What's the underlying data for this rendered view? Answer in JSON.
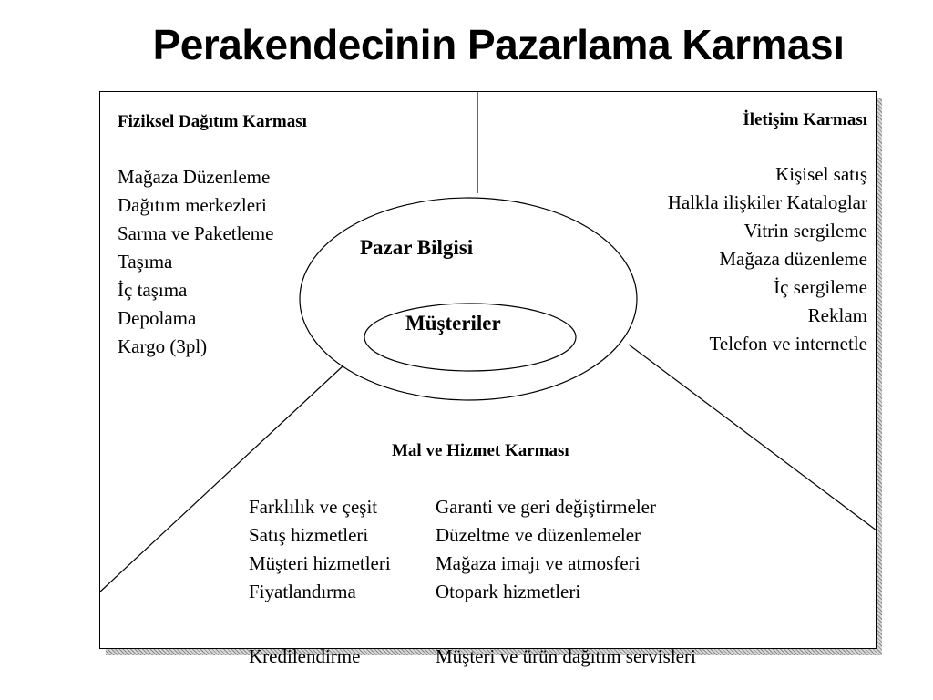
{
  "title": "Perakendecinin Pazarlama Karması",
  "physical": {
    "heading": "Fiziksel Dağıtım Karması",
    "items": [
      "Mağaza Düzenleme",
      "Dağıtım merkezleri",
      "Sarma ve Paketleme",
      "Taşıma",
      "İç taşıma",
      "Depolama",
      "Kargo (3pl)"
    ]
  },
  "communication": {
    "heading": "İletişim Karması",
    "items": [
      "Kişisel satış",
      "Halkla ilişkiler Kataloglar",
      "Vitrin sergileme",
      "Mağaza düzenleme",
      "İç sergileme",
      "Reklam",
      "Telefon ve internetle"
    ]
  },
  "center": {
    "outer_label": "Pazar Bilgisi",
    "inner_label": "Müşteriler"
  },
  "goods": {
    "heading": "Mal ve Hizmet Karması",
    "left_items": [
      "Farklılık ve çeşit",
      "Satış hizmetleri",
      "Müşteri hizmetleri",
      "Fiyatlandırma"
    ],
    "right_items": [
      "Garanti ve geri değiştirmeler",
      "Düzeltme ve düzenlemeler",
      "Mağaza imajı ve atmosferi",
      "Otopark hizmetleri"
    ],
    "last_left": "Kredilendirme",
    "last_right": "Müşteri ve ürün dağıtım servisleri"
  }
}
